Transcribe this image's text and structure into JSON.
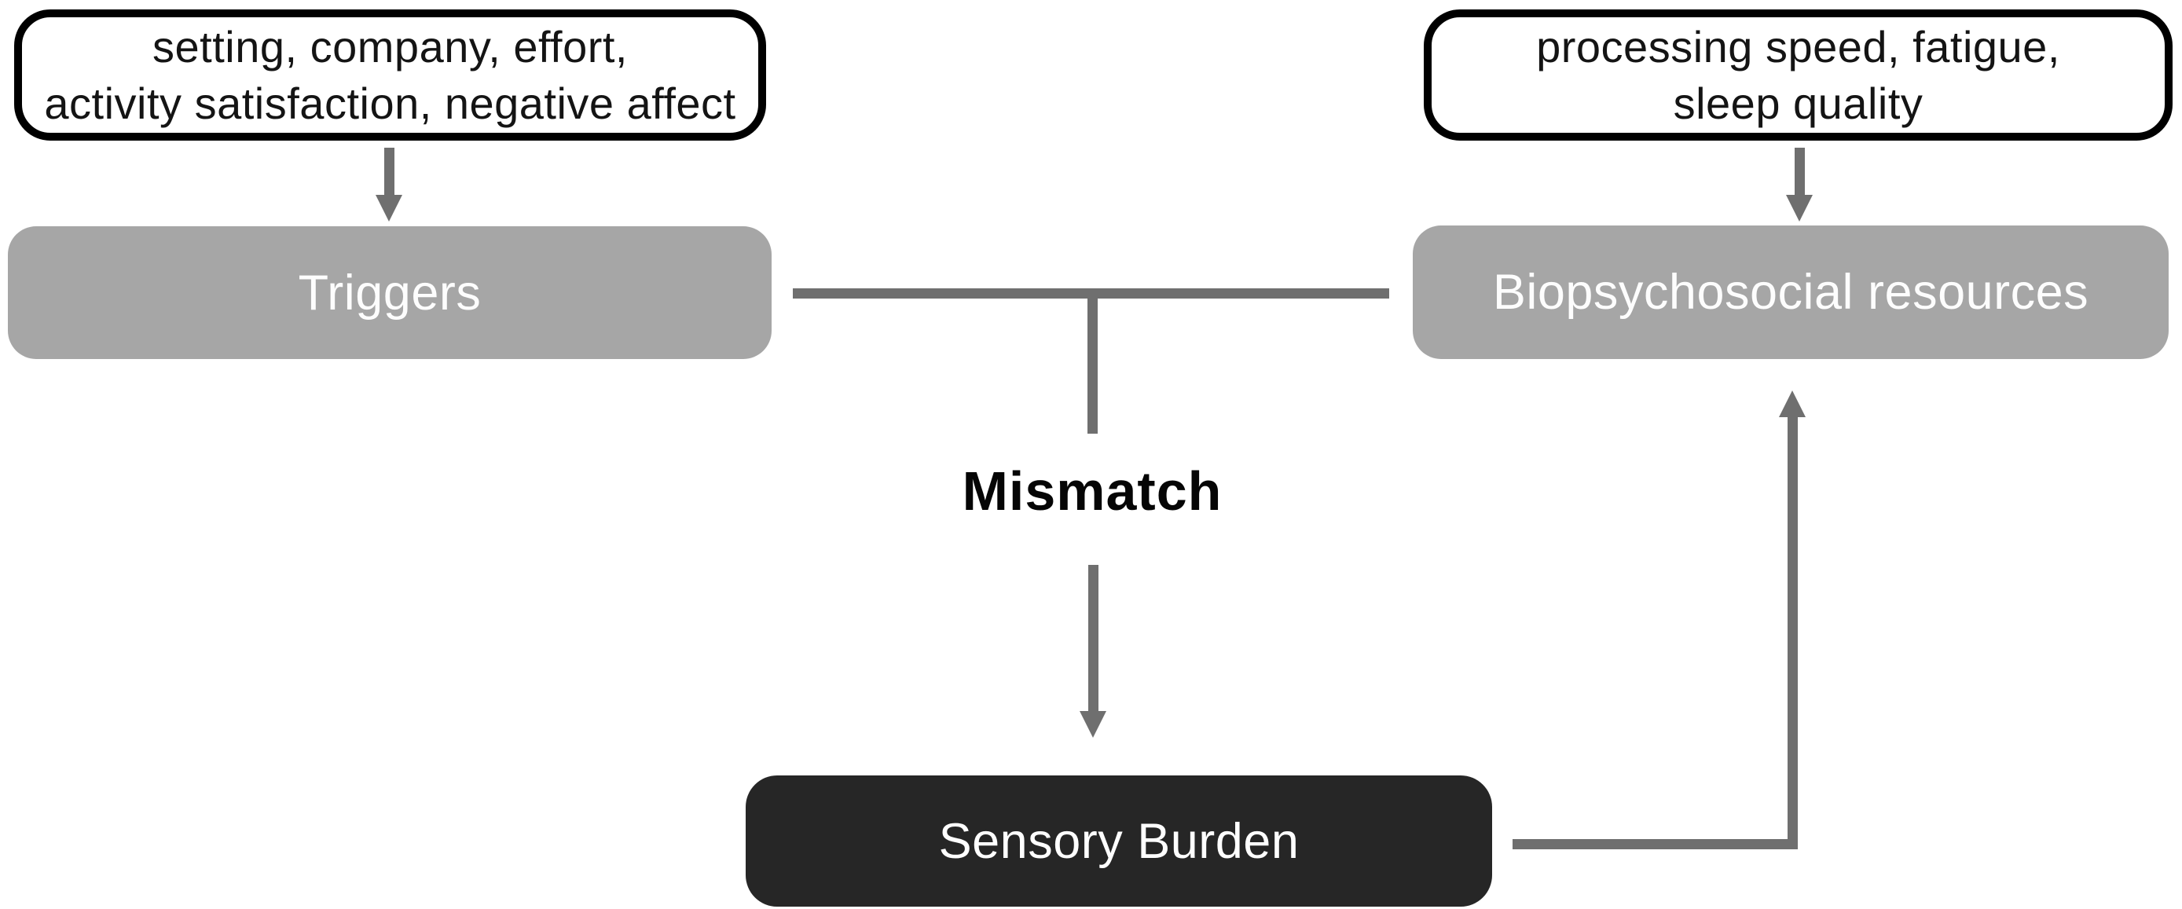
{
  "figure": {
    "background_color": "#ffffff",
    "palette": {
      "node_light_gray": "#a6a6a6",
      "node_dark": "#262626",
      "outline_black": "#000000",
      "connector_gray": "#6f6f6f",
      "node_text_light": "#ffffff",
      "text_dark": "#141414"
    },
    "antecedents_left": {
      "line1": "setting, company, effort,",
      "line2": "activity satisfaction, negative affect"
    },
    "antecedents_right": {
      "line1": "processing speed, fatigue,",
      "line2": "sleep quality"
    },
    "nodes": {
      "triggers": "Triggers",
      "resources": "Biopsychosocial resources",
      "mismatch": "Mismatch",
      "burden": "Sensory Burden"
    }
  }
}
